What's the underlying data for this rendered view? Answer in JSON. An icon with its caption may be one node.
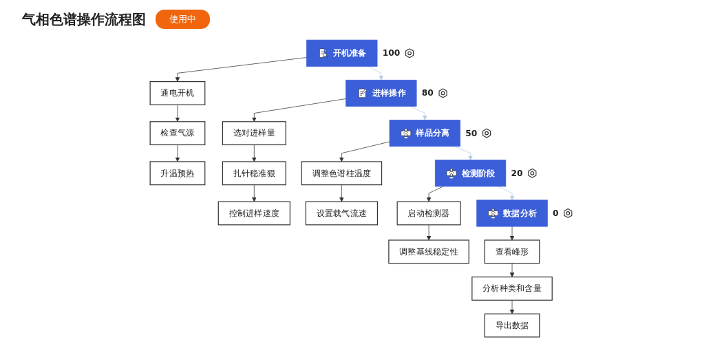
{
  "diagram": {
    "title": "气相色谱操作流程图",
    "nodes": [
      {
        "text": [
          "开机准备"
        ],
        "beside": [
          "100"
        ]
      },
      {
        "text": [
          "通电开机"
        ]
      },
      {
        "text": [
          "检查气源"
        ]
      },
      {
        "text": [
          "升温预热"
        ]
      },
      {
        "text": [
          "进样操作"
        ],
        "beside": [
          "80"
        ]
      },
      {
        "text": [
          "选对进样量"
        ]
      },
      {
        "text": [
          "扎针稳准狠"
        ]
      },
      {
        "text": [
          "控制进样速度"
        ]
      },
      {
        "text": [
          "样品分离"
        ],
        "beside": [
          "50"
        ]
      },
      {
        "text": [
          "调整色谱柱温度"
        ]
      },
      {
        "text": [
          "设置载气流速"
        ]
      },
      {
        "text": [
          "检测阶段"
        ],
        "beside": [
          "20"
        ]
      },
      {
        "text": [
          "启动检测器"
        ]
      },
      {
        "text": [
          "调整基线稳定性"
        ]
      },
      {
        "text": [
          "数据分析"
        ],
        "beside": [
          "0"
        ]
      },
      {
        "text": [
          "查看峰形"
        ]
      },
      {
        "text": [
          "分析种类和含量"
        ]
      },
      {
        "text": [
          "导出数据"
        ]
      }
    ],
    "edges": [
      {
        "from": 0,
        "to": 1,
        "arrow": "to"
      },
      {
        "from": 1,
        "to": 2,
        "arrow": "to"
      },
      {
        "from": 2,
        "to": 3,
        "arrow": "to"
      },
      {
        "from": 0,
        "to": 4,
        "arrow": "to",
        "color": "#b8cce8"
      },
      {
        "from": 4,
        "to": 5,
        "arrow": "to"
      },
      {
        "from": 5,
        "to": 6,
        "arrow": "to"
      },
      {
        "from": 6,
        "to": 7,
        "arrow": "to"
      },
      {
        "from": 4,
        "to": 8,
        "arrow": "to",
        "color": "#b8cce8"
      },
      {
        "from": 8,
        "to": 9,
        "arrow": "to"
      },
      {
        "from": 9,
        "to": 10,
        "arrow": "to"
      },
      {
        "from": 8,
        "to": 11,
        "arrow": "to",
        "color": "#b8cce8"
      },
      {
        "from": 11,
        "to": 12,
        "arrow": "to"
      },
      {
        "from": 12,
        "to": 13,
        "arrow": "to"
      },
      {
        "from": 11,
        "to": 14,
        "arrow": "to",
        "color": "#b8cce8"
      },
      {
        "from": 14,
        "to": 15,
        "arrow": "to"
      },
      {
        "from": 15,
        "to": 16,
        "arrow": "to"
      },
      {
        "from": 16,
        "to": 17,
        "arrow": "to"
      }
    ],
    "labels": [
      "使用中"
    ]
  }
}
